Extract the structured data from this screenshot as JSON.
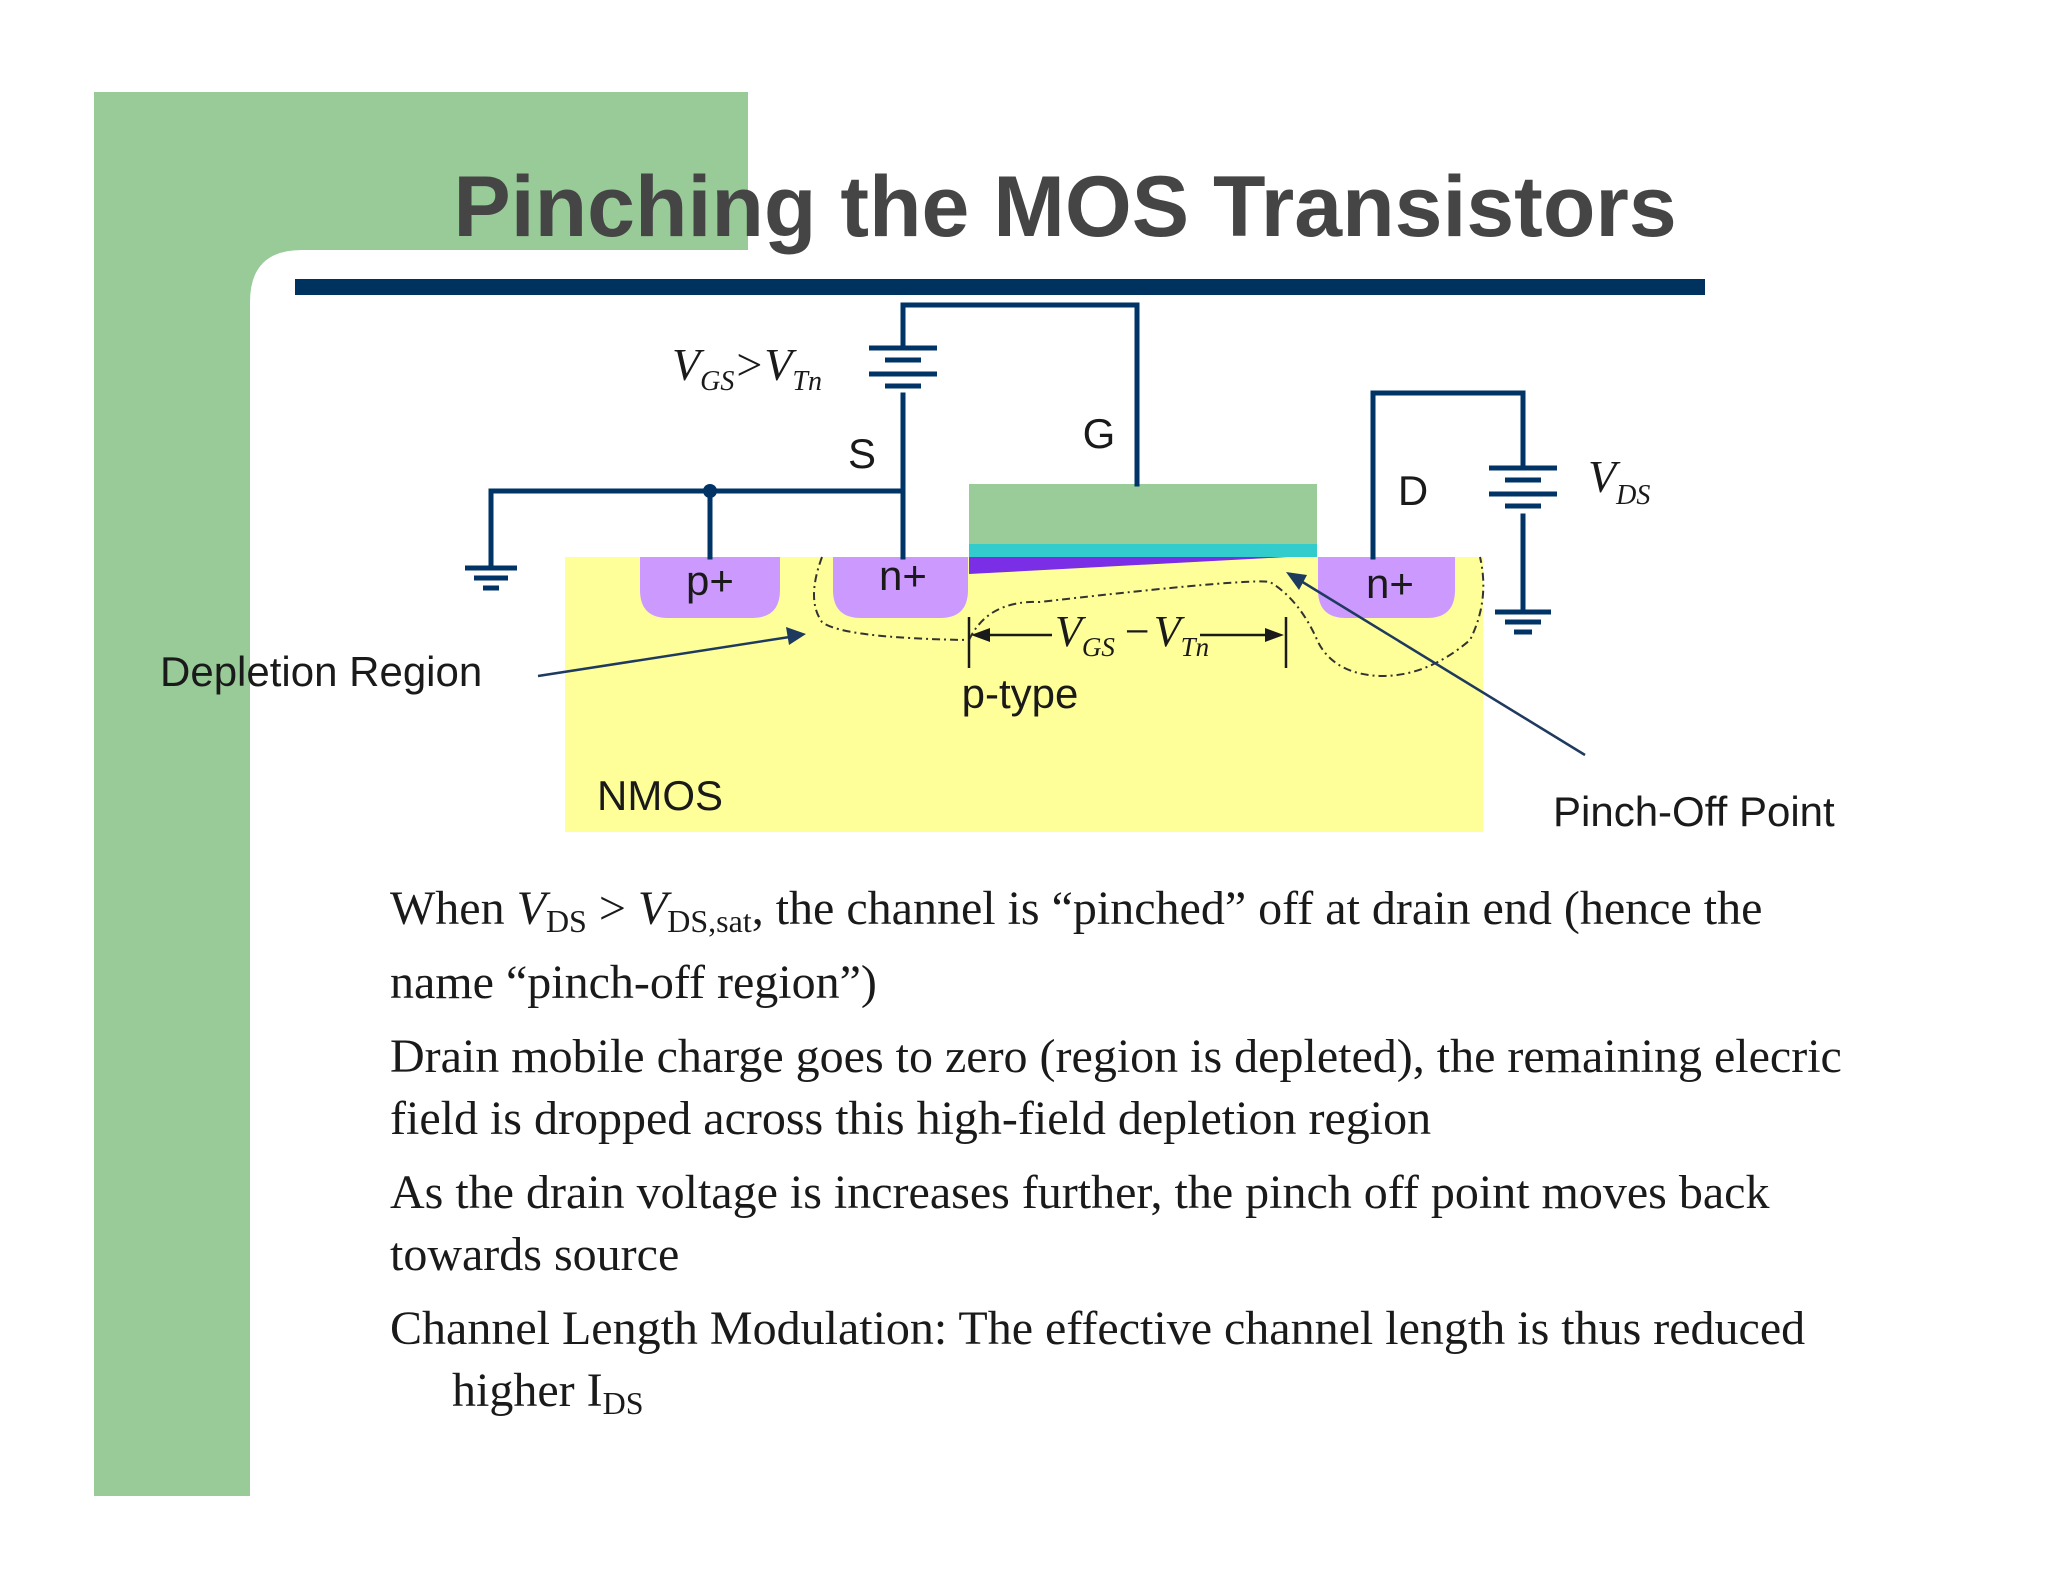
{
  "slide": {
    "title": "Pinching the MOS Transistors",
    "colors": {
      "title": "#454545",
      "rule": "#00325f",
      "accent_green": "#99cb99",
      "substrate": "#ffff99",
      "diffusion": "#cc99ff",
      "gate": "#99cc99",
      "oxide": "#33cccc",
      "channel": "#7a2ee6",
      "wire": "#003366"
    }
  },
  "diagram": {
    "labels": {
      "source": "S",
      "gate": "G",
      "drain": "D",
      "p_plus": "p+",
      "n_plus_source": "n+",
      "n_plus_drain": "n+",
      "substrate_type": "p-type",
      "device": "NMOS",
      "depletion": "Depletion Region",
      "pinch_off": "Pinch-Off Point"
    },
    "vgs_condition": {
      "v1": "V",
      "s1": "GS",
      "op": ">",
      "v2": "V",
      "s2": "Tn"
    },
    "vds": {
      "v": "V",
      "s": "DS"
    },
    "overdrive": {
      "v1": "V",
      "s1": "GS",
      "op": "−",
      "v2": "V",
      "s2": "Tn"
    },
    "icons": [
      "battery-icon",
      "ground-icon",
      "arrow-icon"
    ]
  },
  "bullets": {
    "b1": {
      "t1": "When ",
      "v1": "V",
      "s1": "DS",
      "t2": " > ",
      "v2": "V",
      "s2": "DS,sat",
      "t3": ", the channel is “pinched” off at drain end (hence the",
      "line2": "name “pinch-off region”)"
    },
    "b2": {
      "line1": "Drain mobile charge goes to zero (region is depleted), the remaining elecric",
      "line2": "field is dropped across this high-field depletion region"
    },
    "b3": {
      "line1": "As the drain voltage is increases further, the pinch off point moves back",
      "line2": "towards source"
    },
    "b4": {
      "line1": "Channel Length Modulation:  The effective channel length is thus reduced",
      "t2": "higher I",
      "s2": "DS"
    }
  }
}
